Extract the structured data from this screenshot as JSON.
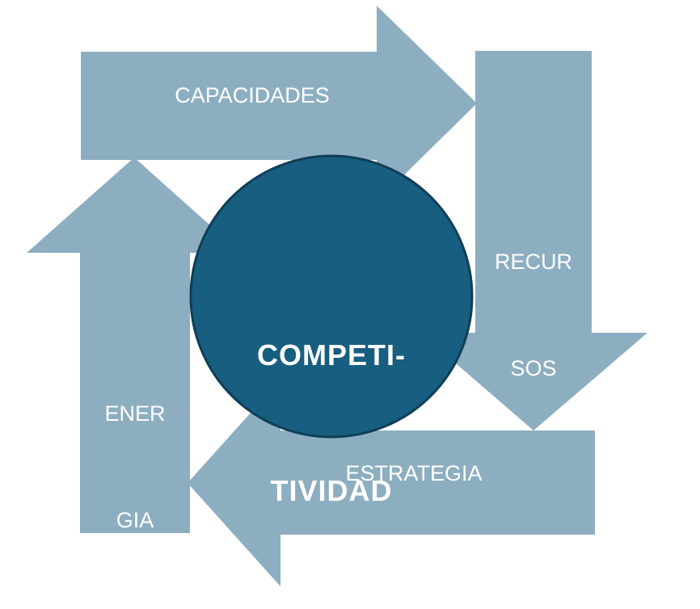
{
  "diagram": {
    "center": {
      "line1": "COMPETI-",
      "line2": "TIVIDAD"
    },
    "arrows": {
      "top": {
        "label": "CAPACIDADES"
      },
      "right": {
        "line1": "RECUR",
        "line2": "SOS"
      },
      "bottom": {
        "label": "ESTRATEGIA"
      },
      "left": {
        "line1": "ENER",
        "line2": "GIA"
      }
    },
    "colors": {
      "arrow_fill": "#8daec0",
      "circle_fill": "#175e80",
      "circle_stroke": "#0f3e56",
      "text": "#ffffff"
    }
  }
}
